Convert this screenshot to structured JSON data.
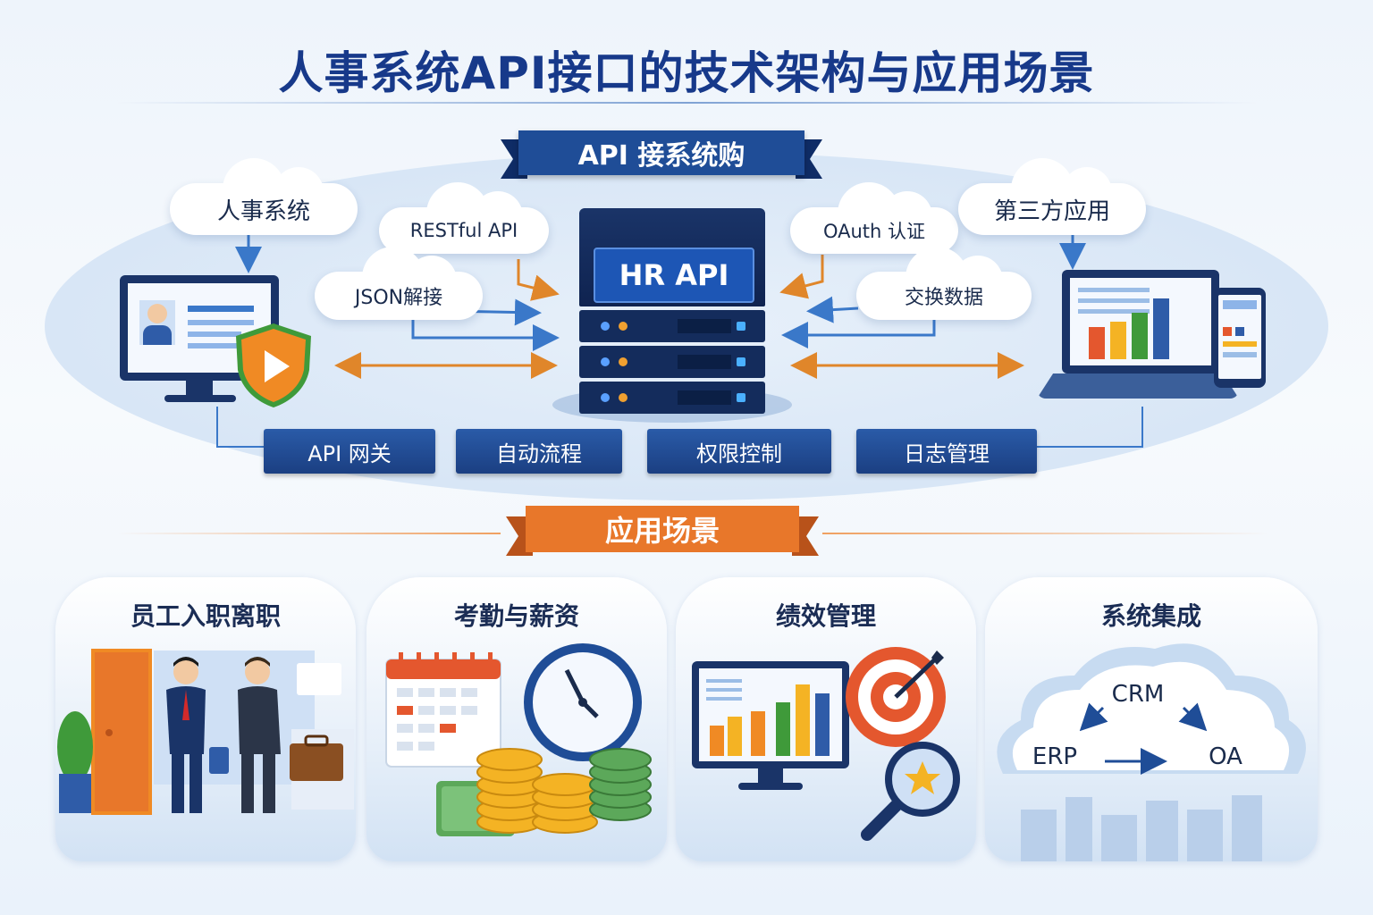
{
  "title": "人事系统API接口的技术架构与应用场景",
  "architecture": {
    "ribbon": "API 接系统购",
    "server_label": "HR API",
    "clouds": {
      "hr_system": "人事系统",
      "restful": "RESTful API",
      "json": "JSON解接",
      "oauth": "OAuth 认证",
      "third_party": "第三方应用",
      "data": "交换数据"
    },
    "buttons": [
      "API 网关",
      "自动流程",
      "权限控制",
      "日志管理"
    ]
  },
  "scenarios": {
    "ribbon": "应用场景",
    "cards": [
      {
        "title": "员工入职离职"
      },
      {
        "title": "考勤与薪资"
      },
      {
        "title": "绩效管理"
      },
      {
        "title": "系统集成",
        "nodes": {
          "top": "CRM",
          "left": "ERP",
          "right": "OA"
        }
      }
    ]
  },
  "colors": {
    "navy": "#17398a",
    "blue": "#1f4d97",
    "orange": "#e8772a",
    "arrow_blue": "#3a78c9",
    "arrow_orange": "#e0862a"
  }
}
